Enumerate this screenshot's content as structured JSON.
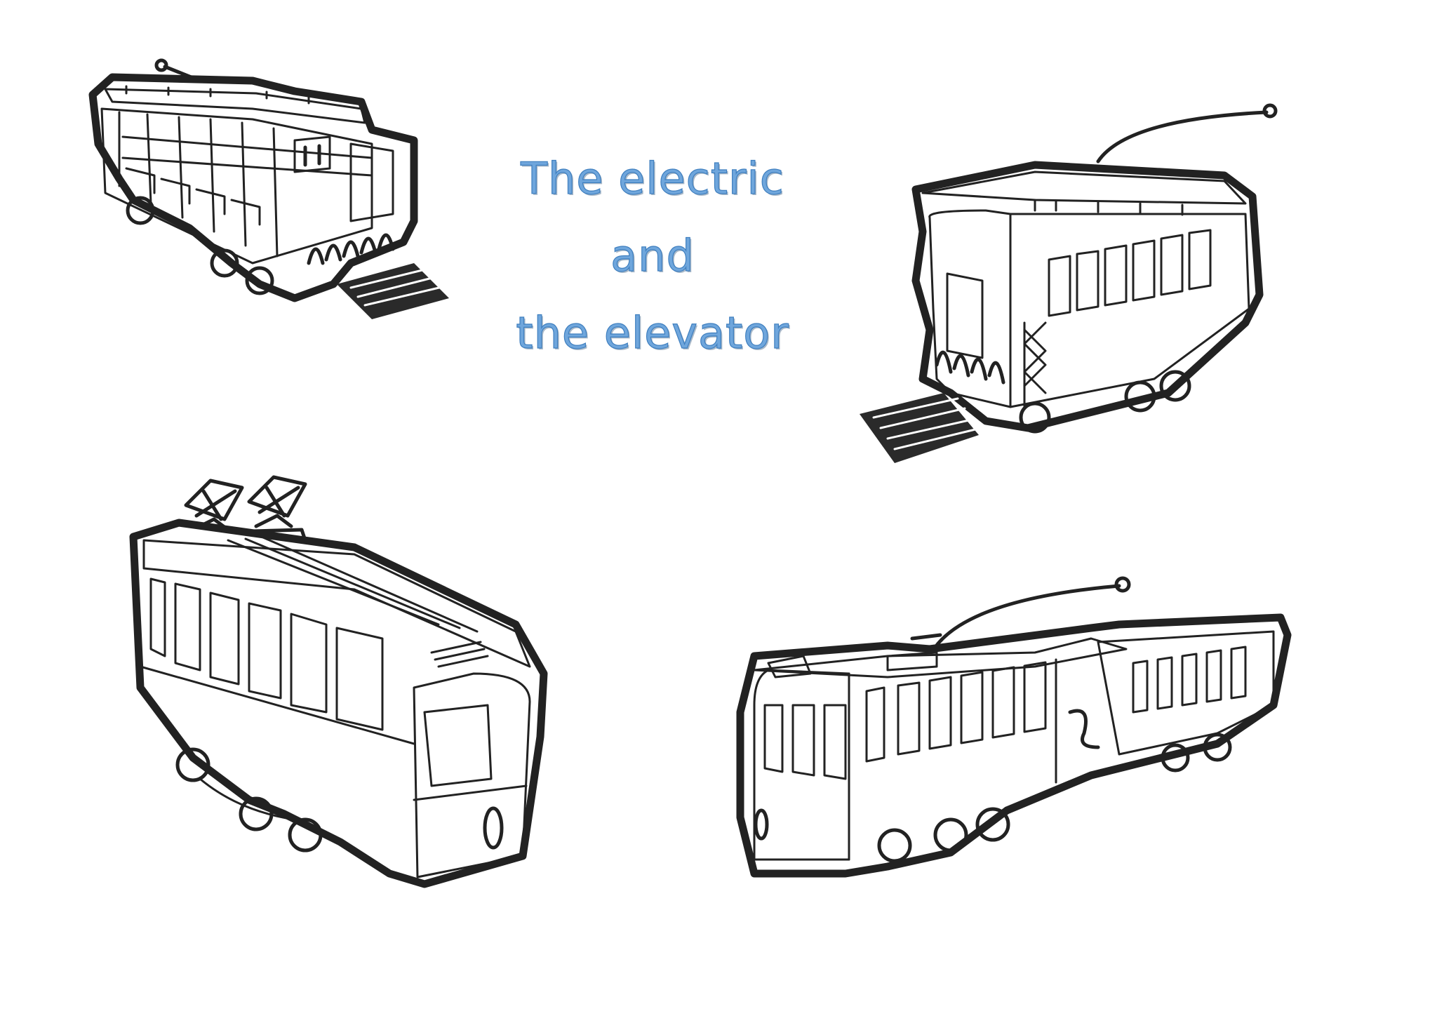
{
  "title": {
    "line1": "The electric",
    "line2": "and",
    "line3": "the elevator",
    "color": "#6fa6dc"
  },
  "illustrations": [
    "open-tram-drawing",
    "closed-tram-drawing",
    "double-pantograph-tram-drawing",
    "tram-with-trailer-drawing"
  ]
}
